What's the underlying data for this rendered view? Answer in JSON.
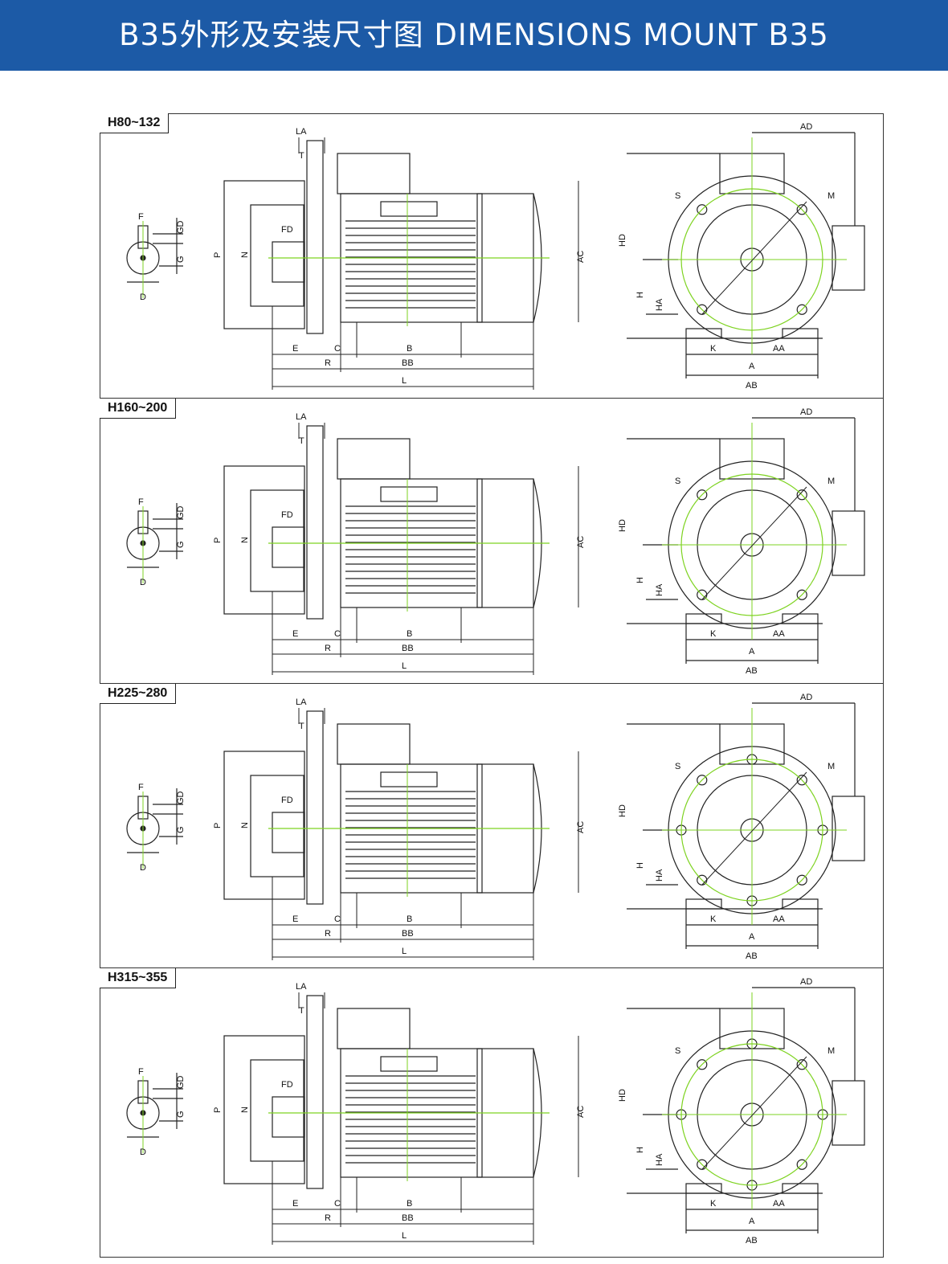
{
  "header": {
    "title": "B35外形及安装尺寸图 DIMENSIONS MOUNT B35",
    "bg_color": "#1c5aa6"
  },
  "colors": {
    "line": "#222222",
    "centerline": "#7ed321",
    "highlight": "#e05050"
  },
  "panels": [
    {
      "tag": "H80~132"
    },
    {
      "tag": "H160~200"
    },
    {
      "tag": "H225~280"
    },
    {
      "tag": "H315~355"
    }
  ],
  "labels": {
    "F": "F",
    "GD": "GD",
    "G": "G",
    "D": "D",
    "LA": "LA",
    "T": "T",
    "FD": "FD",
    "P": "P",
    "N": "N",
    "AC": "AC",
    "E": "E",
    "C": "C",
    "B": "B",
    "R": "R",
    "BB": "BB",
    "L": "L",
    "AD": "AD",
    "HD": "HD",
    "S": "S",
    "M": "M",
    "H": "H",
    "HA": "HA",
    "K": "K",
    "AA": "AA",
    "A": "A",
    "AB": "AB"
  }
}
